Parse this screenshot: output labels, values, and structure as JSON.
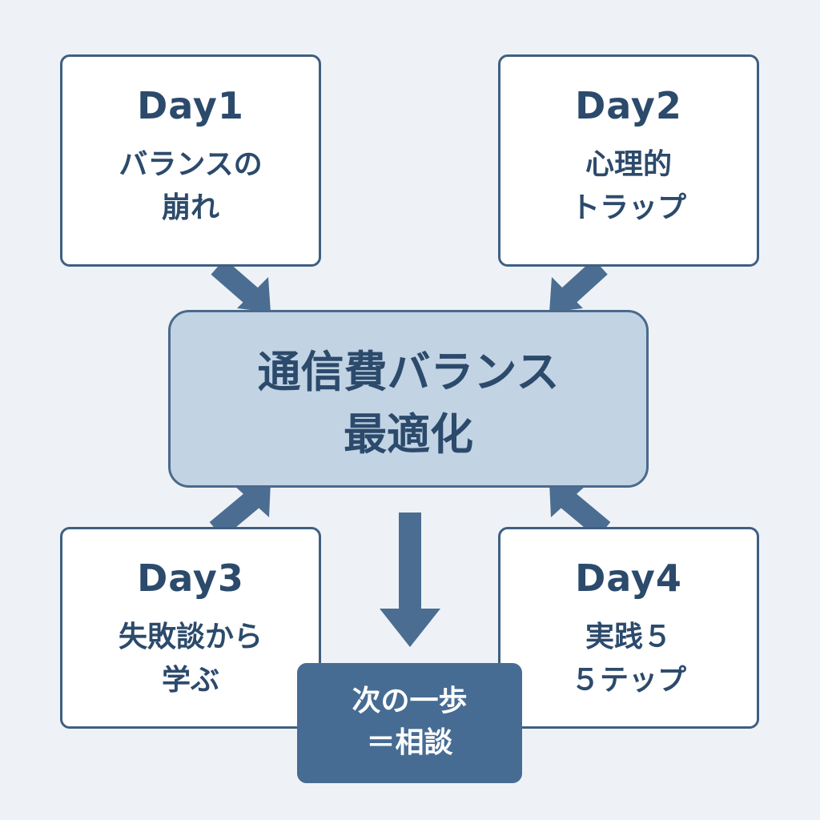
{
  "center": {
    "title_line1": "通信費バランス",
    "title_line2": "最適化"
  },
  "days": [
    {
      "label": "Day1",
      "topic_line1": "バランスの",
      "topic_line2": "崩れ"
    },
    {
      "label": "Day2",
      "topic_line1": "心理的",
      "topic_line2": "トラップ"
    },
    {
      "label": "Day3",
      "topic_line1": "失敗談から",
      "topic_line2": "学ぶ"
    },
    {
      "label": "Day4",
      "topic_line1": "実践５",
      "topic_line2": "５テップ"
    }
  ],
  "next_step": {
    "line1": "次の一歩",
    "line2": "＝相談"
  },
  "colors": {
    "background": "#eef2f6",
    "box_border": "#3f5f82",
    "center_fill": "#c2d3e4",
    "arrow": "#4b6d92",
    "next_step_fill": "#466c93",
    "text": "#2c4a6b"
  }
}
